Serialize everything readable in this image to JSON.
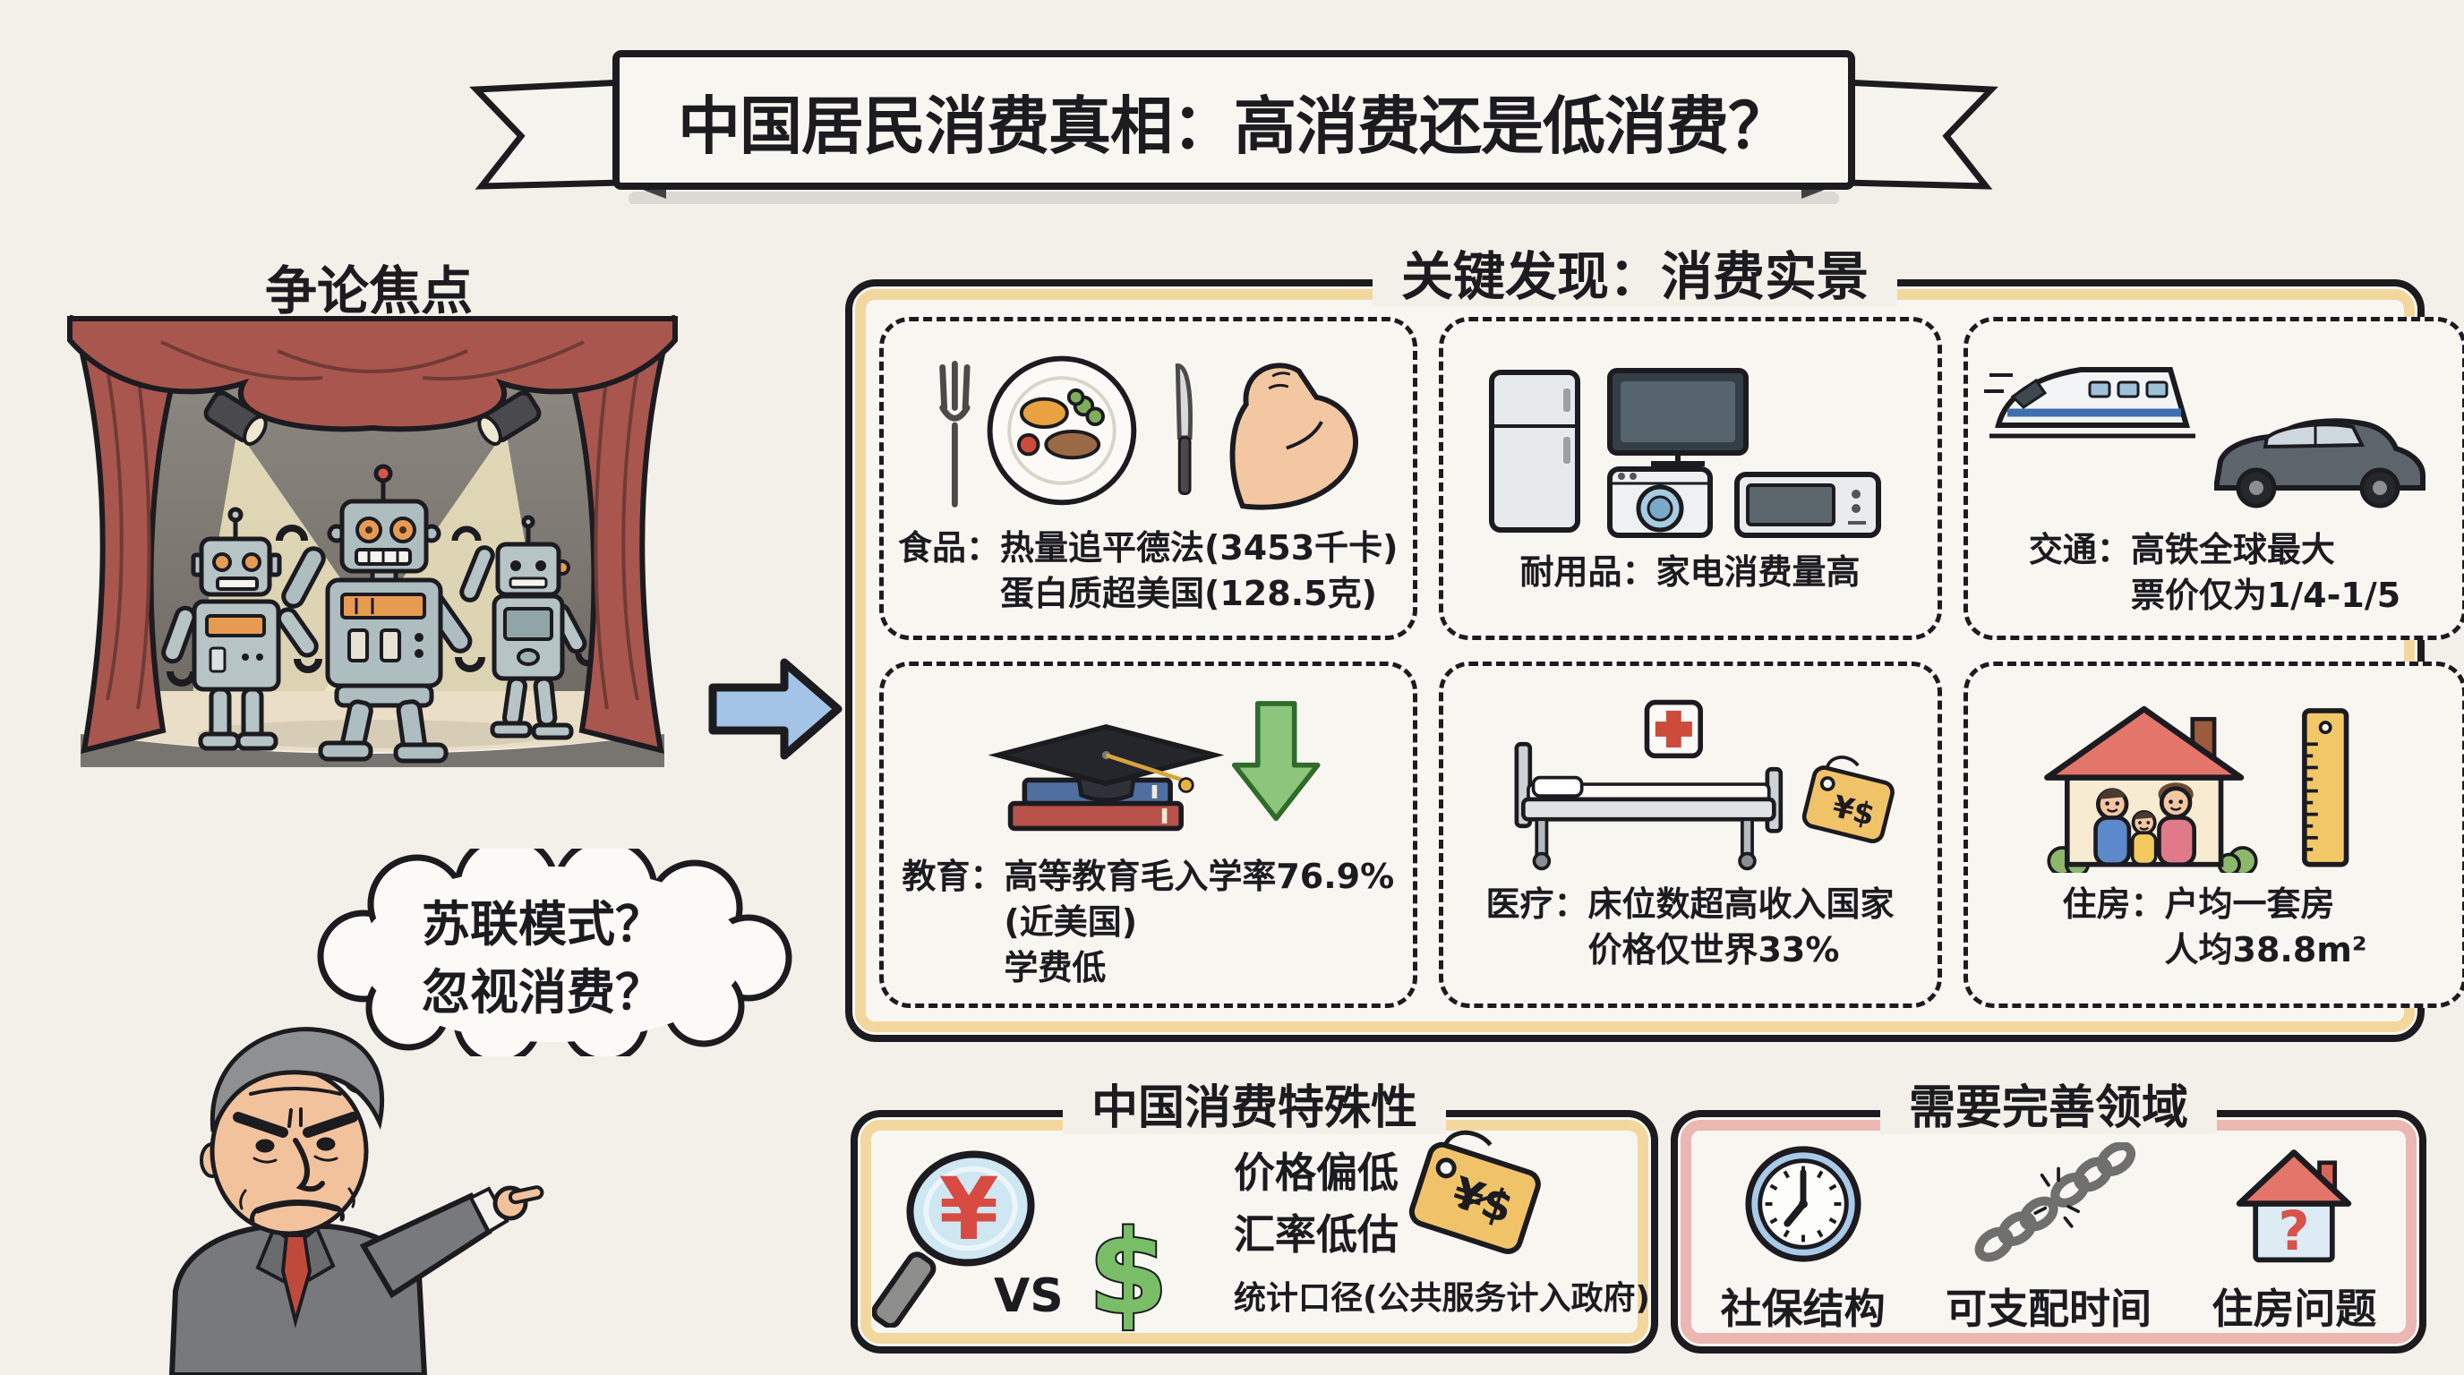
{
  "page_title": "中国居民消费真相：高消费还是低消费？",
  "debate": {
    "label": "争论焦点",
    "thought_line1": "苏联模式？",
    "thought_line2": "忽视消费？"
  },
  "findings": {
    "title": "关键发现：消费实景",
    "cells": [
      {
        "name": "food",
        "lines": [
          "食品：热量追平德法(3453千卡)",
          "蛋白质超美国(128.5克)"
        ]
      },
      {
        "name": "durables",
        "lines": [
          "耐用品：家电消费量高"
        ]
      },
      {
        "name": "transport",
        "lines": [
          "交通：高铁全球最大",
          "票价仅为1/4-1/5"
        ]
      },
      {
        "name": "education",
        "lines": [
          "教育：高等教育毛入学率76.9%",
          "(近美国)",
          "学费低"
        ]
      },
      {
        "name": "medical",
        "lines": [
          "医疗：床位数超高收入国家",
          "价格仅世界33%"
        ],
        "tag": "¥$"
      },
      {
        "name": "housing",
        "lines": [
          "住房：户均一套房",
          "人均38.8m²"
        ]
      }
    ]
  },
  "particularity": {
    "title": "中国消费特殊性",
    "vs_label": "VS",
    "cny_symbol": "¥",
    "usd_symbol": "$",
    "tag_text": "¥$",
    "lines": [
      "价格偏低",
      "汇率低估",
      "统计口径(公共服务计入政府)"
    ]
  },
  "improvement": {
    "title": "需要完善领域",
    "items": [
      {
        "label": "社保结构"
      },
      {
        "label": "可支配时间"
      },
      {
        "label": "住房问题",
        "mark": "?"
      }
    ]
  }
}
